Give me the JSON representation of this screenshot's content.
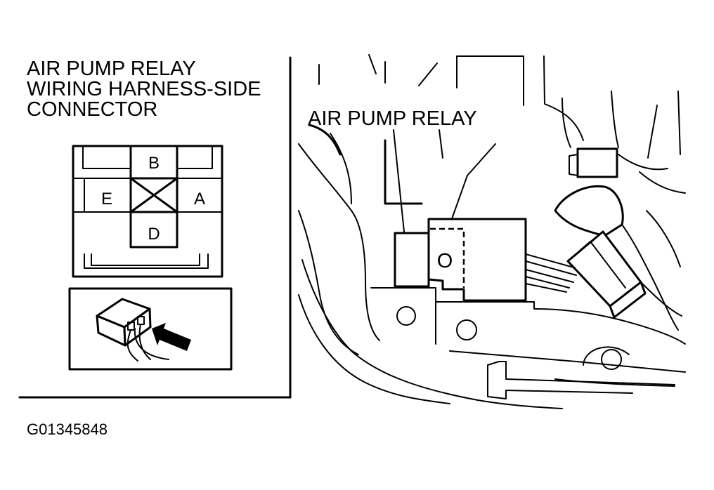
{
  "connector_panel": {
    "title_lines": [
      "AIR PUMP RELAY",
      "WIRING HARNESS-SIDE",
      "CONNECTOR"
    ],
    "pins": {
      "top": "B",
      "left": "E",
      "right": "A",
      "bottom": "D"
    }
  },
  "location_panel": {
    "relay_label": "AIR PUMP RELAY",
    "relay_mark": "O"
  },
  "figure_code": "G01345848"
}
